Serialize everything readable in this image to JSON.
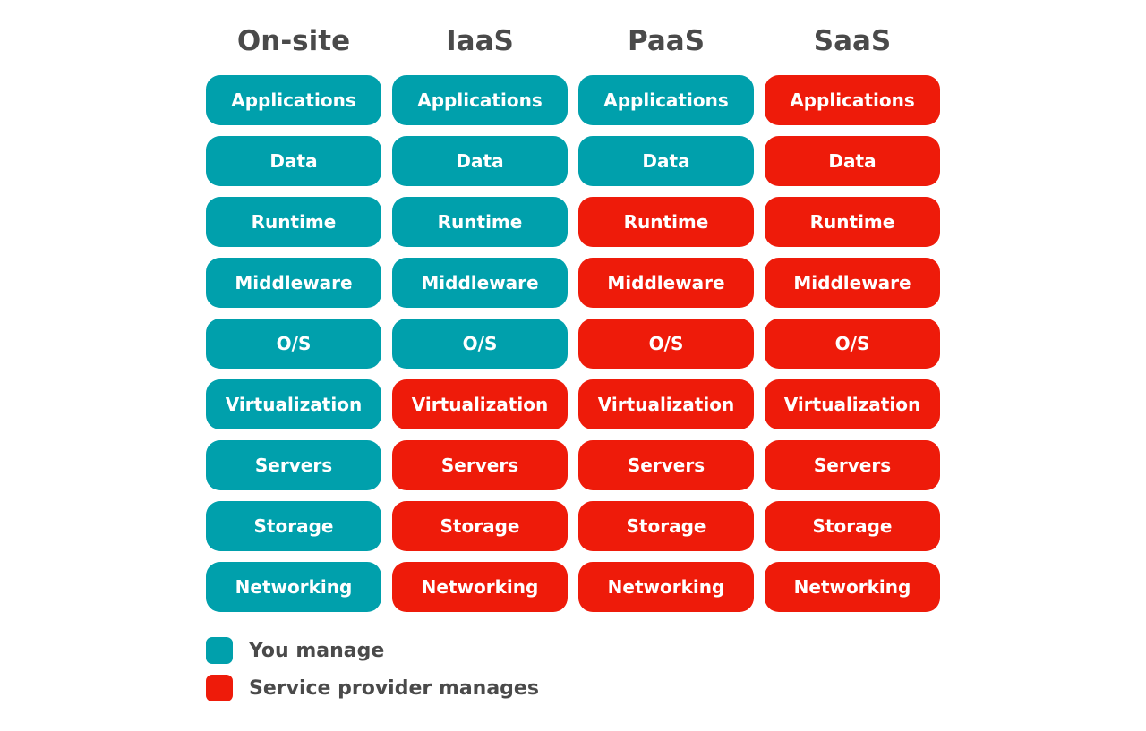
{
  "colors": {
    "you_manage": "#00a0ac",
    "provider_manages": "#ee1b0a",
    "header_text": "#4a4a4a"
  },
  "columns": [
    {
      "title": "On-site",
      "items": [
        {
          "label": "Applications",
          "managed_by": "you"
        },
        {
          "label": "Data",
          "managed_by": "you"
        },
        {
          "label": "Runtime",
          "managed_by": "you"
        },
        {
          "label": "Middleware",
          "managed_by": "you"
        },
        {
          "label": "O/S",
          "managed_by": "you"
        },
        {
          "label": "Virtualization",
          "managed_by": "you"
        },
        {
          "label": "Servers",
          "managed_by": "you"
        },
        {
          "label": "Storage",
          "managed_by": "you"
        },
        {
          "label": "Networking",
          "managed_by": "you"
        }
      ]
    },
    {
      "title": "IaaS",
      "items": [
        {
          "label": "Applications",
          "managed_by": "you"
        },
        {
          "label": "Data",
          "managed_by": "you"
        },
        {
          "label": "Runtime",
          "managed_by": "you"
        },
        {
          "label": "Middleware",
          "managed_by": "you"
        },
        {
          "label": "O/S",
          "managed_by": "you"
        },
        {
          "label": "Virtualization",
          "managed_by": "provider"
        },
        {
          "label": "Servers",
          "managed_by": "provider"
        },
        {
          "label": "Storage",
          "managed_by": "provider"
        },
        {
          "label": "Networking",
          "managed_by": "provider"
        }
      ]
    },
    {
      "title": "PaaS",
      "items": [
        {
          "label": "Applications",
          "managed_by": "you"
        },
        {
          "label": "Data",
          "managed_by": "you"
        },
        {
          "label": "Runtime",
          "managed_by": "provider"
        },
        {
          "label": "Middleware",
          "managed_by": "provider"
        },
        {
          "label": "O/S",
          "managed_by": "provider"
        },
        {
          "label": "Virtualization",
          "managed_by": "provider"
        },
        {
          "label": "Servers",
          "managed_by": "provider"
        },
        {
          "label": "Storage",
          "managed_by": "provider"
        },
        {
          "label": "Networking",
          "managed_by": "provider"
        }
      ]
    },
    {
      "title": "SaaS",
      "items": [
        {
          "label": "Applications",
          "managed_by": "provider"
        },
        {
          "label": "Data",
          "managed_by": "provider"
        },
        {
          "label": "Runtime",
          "managed_by": "provider"
        },
        {
          "label": "Middleware",
          "managed_by": "provider"
        },
        {
          "label": "O/S",
          "managed_by": "provider"
        },
        {
          "label": "Virtualization",
          "managed_by": "provider"
        },
        {
          "label": "Servers",
          "managed_by": "provider"
        },
        {
          "label": "Storage",
          "managed_by": "provider"
        },
        {
          "label": "Networking",
          "managed_by": "provider"
        }
      ]
    }
  ],
  "legend": [
    {
      "label": "You manage",
      "key": "you"
    },
    {
      "label": "Service provider manages",
      "key": "provider"
    }
  ]
}
